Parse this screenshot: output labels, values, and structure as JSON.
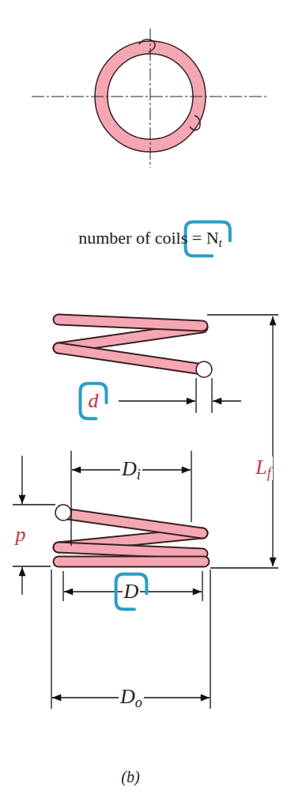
{
  "diagram": {
    "labels": [
      "number of coils = Nt",
      "d",
      "Di",
      "Lf",
      "p",
      "D",
      "Do",
      "(b)"
    ]
  }
}
